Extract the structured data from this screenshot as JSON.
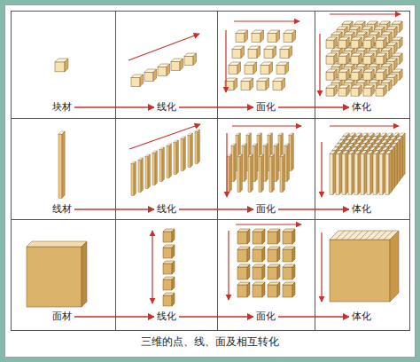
{
  "diagram": {
    "caption": "三维的点、线、面及相互转化",
    "nodes": [
      {
        "text": [
          "块材"
        ]
      },
      {
        "text": [
          "线化"
        ]
      },
      {
        "text": [
          "面化"
        ]
      },
      {
        "text": [
          "体化"
        ]
      },
      {
        "text": [
          "线材"
        ]
      },
      {
        "text": [
          "线化"
        ]
      },
      {
        "text": [
          "面化"
        ]
      },
      {
        "text": [
          "体化"
        ]
      },
      {
        "text": [
          "面材"
        ]
      },
      {
        "text": [
          "线化"
        ]
      },
      {
        "text": [
          "面化"
        ]
      },
      {
        "text": [
          "体化"
        ]
      }
    ],
    "edges": [
      {
        "from": 0,
        "to": 1,
        "arrow": "to"
      },
      {
        "from": 1,
        "to": 2,
        "arrow": "to"
      },
      {
        "from": 2,
        "to": 3,
        "arrow": "to"
      },
      {
        "from": 4,
        "to": 5,
        "arrow": "to"
      },
      {
        "from": 5,
        "to": 6,
        "arrow": "to"
      },
      {
        "from": 6,
        "to": 7,
        "arrow": "to"
      },
      {
        "from": 8,
        "to": 9,
        "arrow": "to"
      },
      {
        "from": 9,
        "to": 10,
        "arrow": "to"
      },
      {
        "from": 10,
        "to": 11,
        "arrow": "to"
      }
    ]
  }
}
